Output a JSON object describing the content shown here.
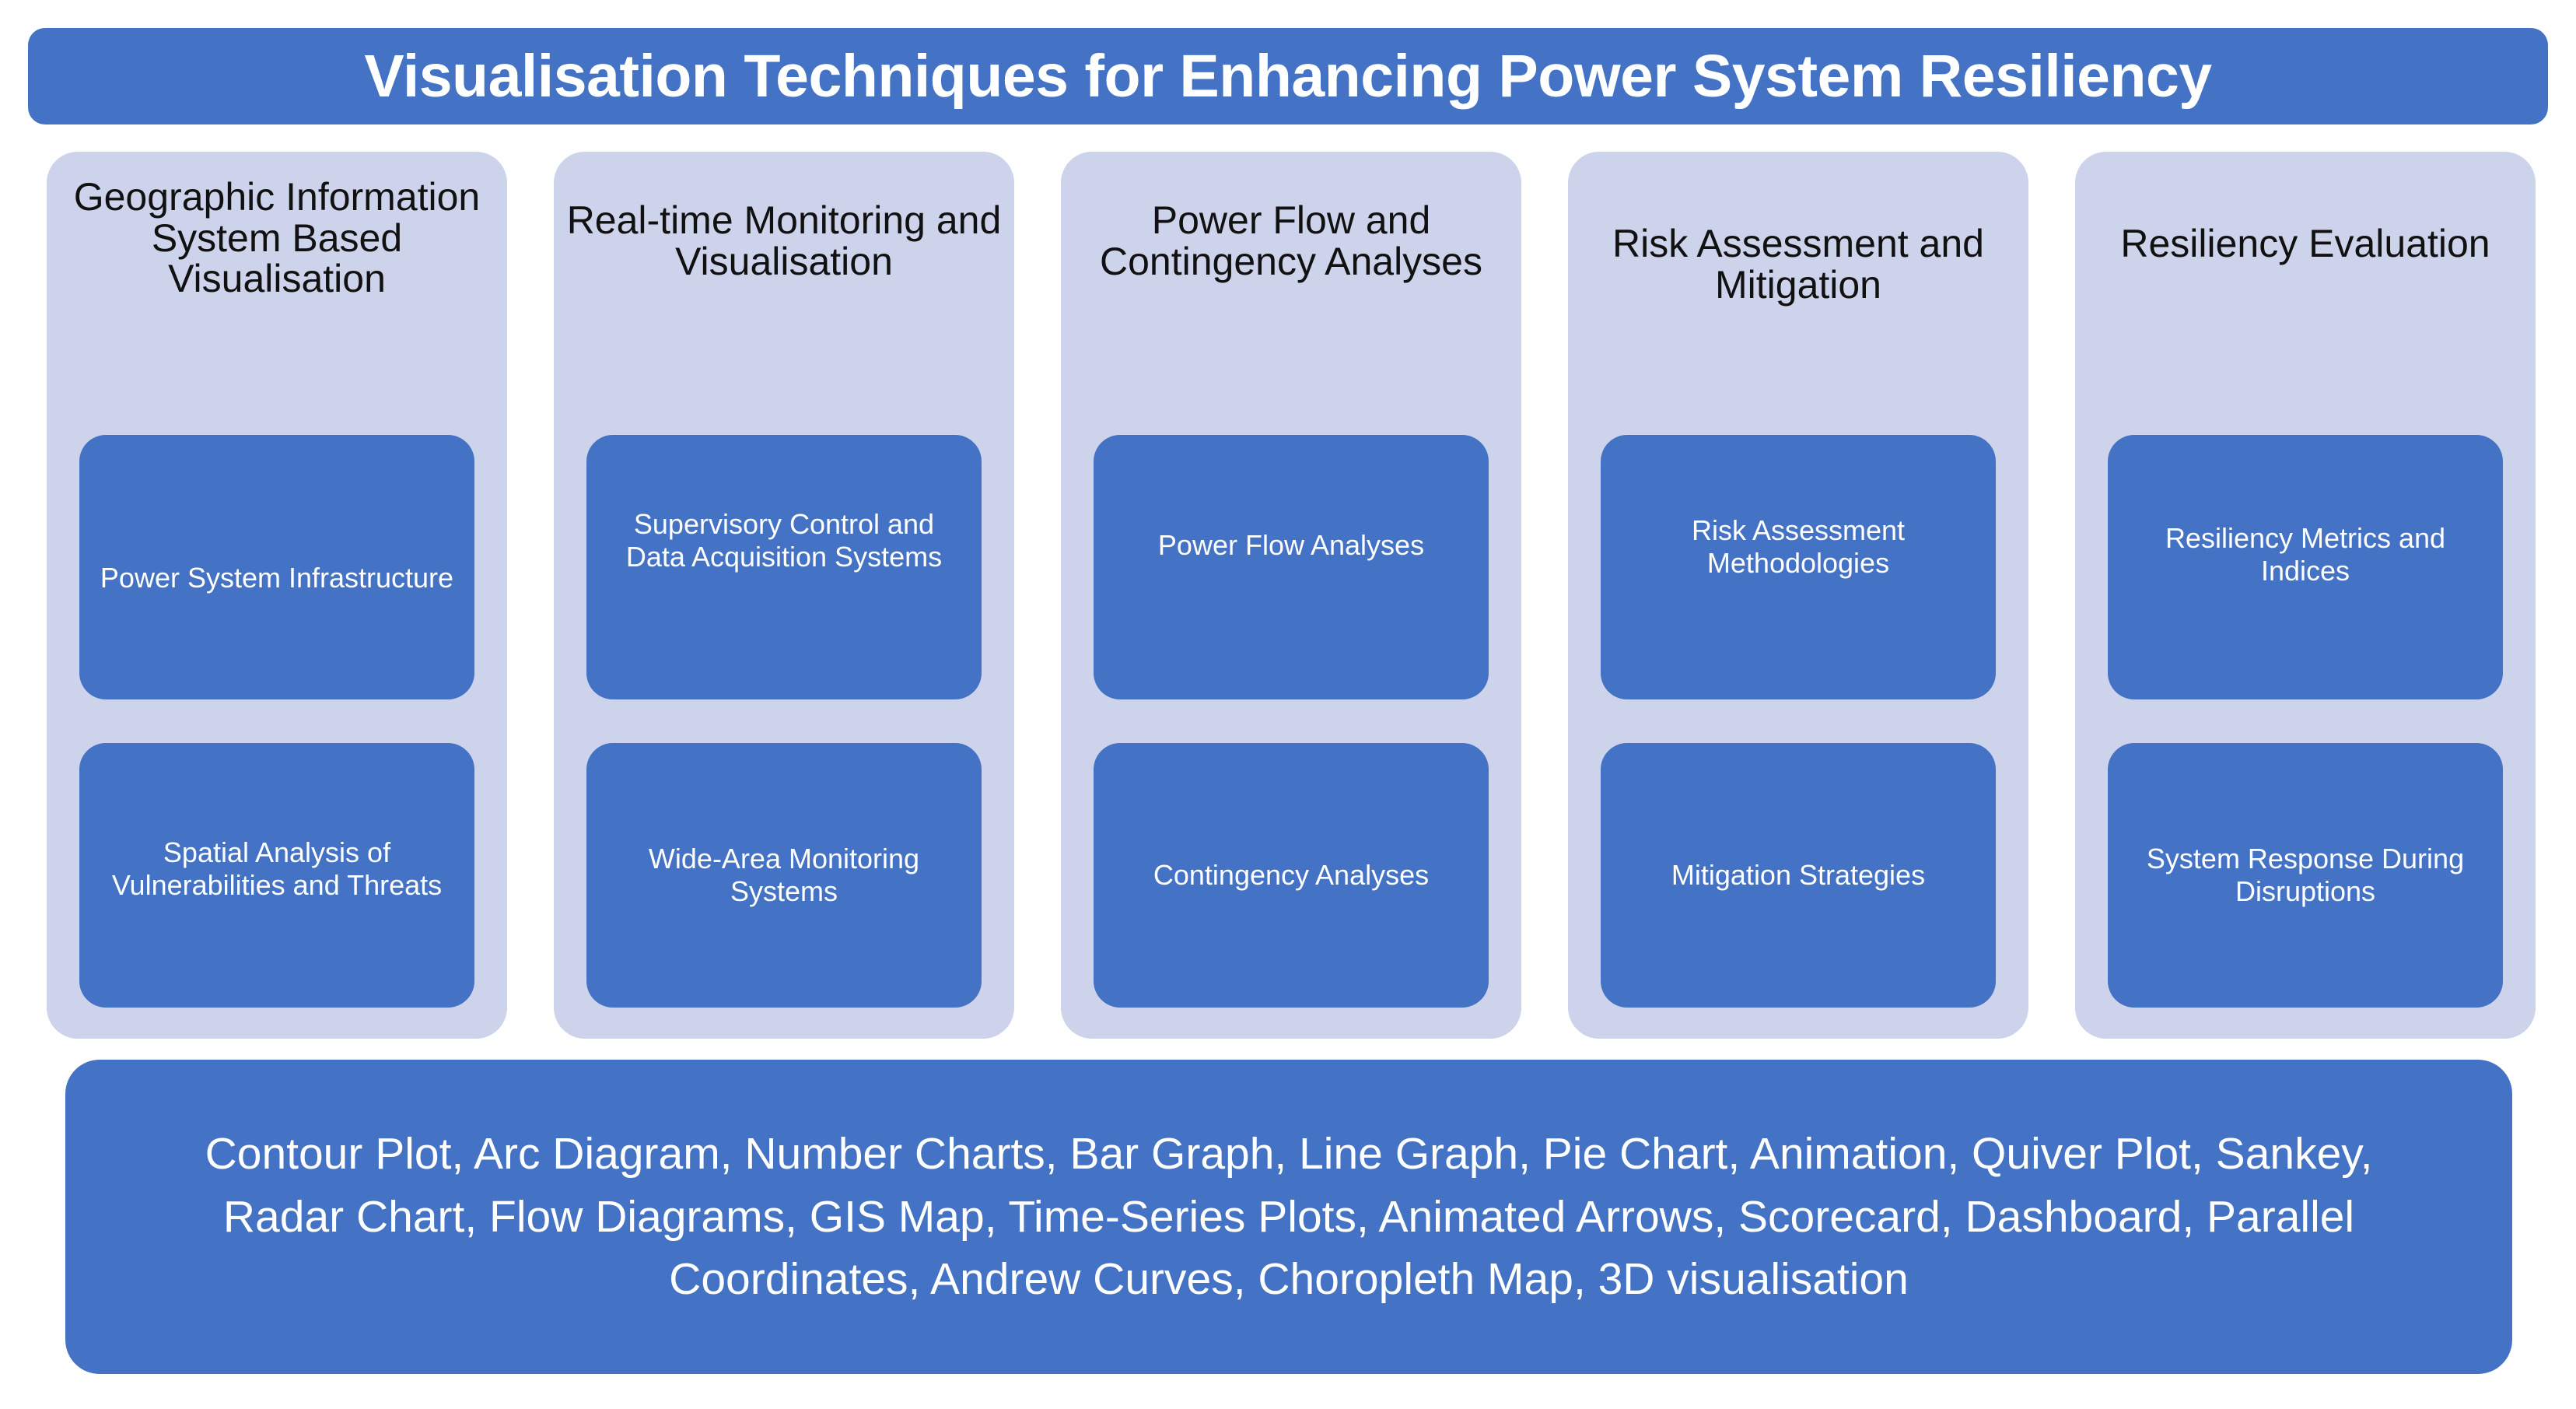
{
  "header": {
    "title": "Visualisation Techniques for Enhancing Power System Resiliency"
  },
  "colors": {
    "accent_blue": "#4472C4",
    "column_background": "#CCD3EB",
    "page_background": "#FFFFFF",
    "title_text": "#FFFFFF",
    "column_header_text": "#111111"
  },
  "columns": [
    {
      "header": "Geographic Information System  Based Visualisation",
      "items": [
        "Power System Infrastructure",
        "Spatial Analysis of Vulnerabilities and Threats"
      ]
    },
    {
      "header": "Real-time Monitoring and Visualisation",
      "items": [
        "Supervisory Control and Data Acquisition Systems",
        "Wide-Area Monitoring Systems"
      ]
    },
    {
      "header": "Power Flow and Contingency Analyses",
      "items": [
        "Power Flow Analyses",
        "Contingency Analyses"
      ]
    },
    {
      "header": "Risk Assessment and Mitigation",
      "items": [
        "Risk Assessment Methodologies",
        "Mitigation  Strategies"
      ]
    },
    {
      "header": "Resiliency Evaluation",
      "items": [
        "Resiliency Metrics and Indices",
        "System Response During Disruptions"
      ]
    }
  ],
  "footer": {
    "techniques_text": "Contour Plot, Arc Diagram, Number Charts, Bar Graph, Line Graph, Pie Chart, Animation, Quiver Plot, Sankey, Radar Chart, Flow Diagrams, GIS Map, Time-Series Plots, Animated Arrows, Scorecard, Dashboard, Parallel Coordinates, Andrew Curves, Choropleth Map, 3D visualisation",
    "techniques_list": [
      "Contour Plot",
      "Arc Diagram",
      "Number Charts",
      "Bar Graph",
      "Line Graph",
      "Pie Chart",
      "Animation",
      "Quiver Plot",
      "Sankey",
      "Radar Chart",
      "Flow Diagrams",
      "GIS Map",
      "Time-Series Plots",
      "Animated Arrows",
      "Scorecard",
      "Dashboard",
      "Parallel Coordinates",
      "Andrew Curves",
      "Choropleth Map",
      "3D visualisation"
    ]
  }
}
